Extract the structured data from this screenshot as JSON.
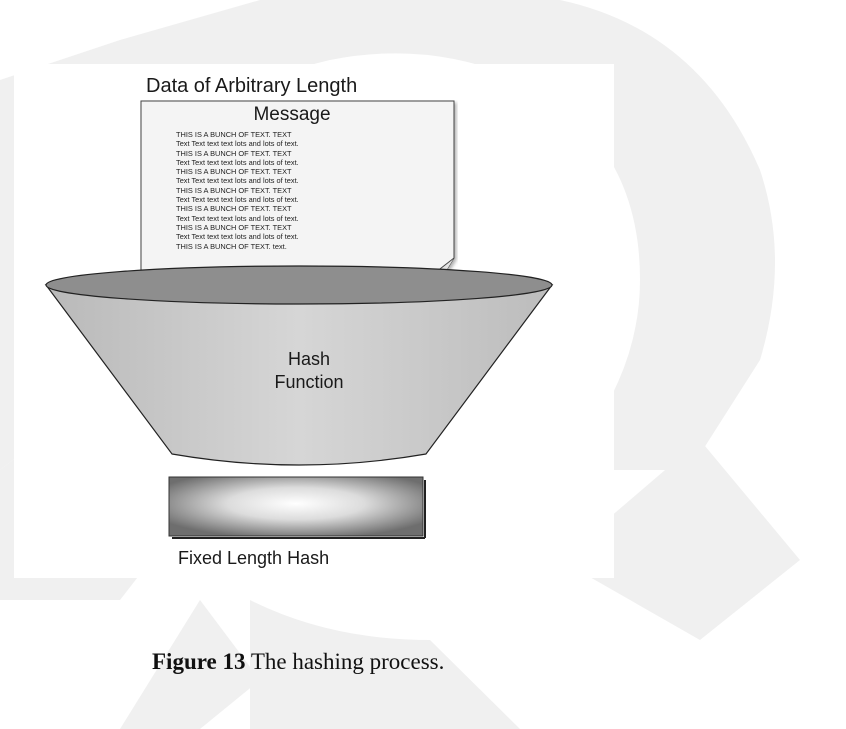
{
  "diagram": {
    "title_top": "Data of Arbitrary Length",
    "message": {
      "title": "Message",
      "lines": [
        "THIS IS A BUNCH OF TEXT. TEXT",
        "Text Text text text lots and lots of text.",
        "THIS IS A BUNCH OF TEXT. TEXT",
        "Text Text text text lots and lots of text.",
        "THIS IS A BUNCH OF TEXT. TEXT",
        "Text Text text text lots and lots of text.",
        "THIS IS A BUNCH OF TEXT. TEXT",
        "Text Text text text lots and lots of text.",
        "THIS IS A BUNCH OF TEXT. TEXT",
        "Text Text text text lots and lots of text.",
        "THIS IS A BUNCH OF TEXT. TEXT",
        "Text Text text text lots and lots of text.",
        "THIS IS A BUNCH OF TEXT. text."
      ]
    },
    "funnel_label_line1": "Hash",
    "funnel_label_line2": "Function",
    "bottom_label": "Fixed Length Hash"
  },
  "caption": {
    "label": "Figure 13",
    "text": " The hashing process."
  },
  "colors": {
    "funnel_fill": "#cfcfcf",
    "funnel_rim": "#8f8f8f",
    "watermark": "#f0f0f0",
    "paper": "#f3f3f3"
  }
}
